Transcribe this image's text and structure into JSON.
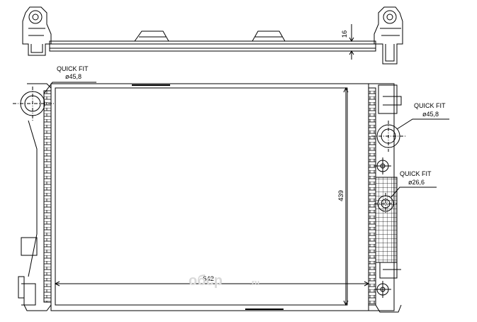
{
  "labels": {
    "left_port": {
      "line1": "QUICK FIT",
      "line2": "ø45,8"
    },
    "right_port_upper": {
      "line1": "QUICK FIT",
      "line2": "ø45,8"
    },
    "right_port_lower": {
      "line1": "QUICK FIT",
      "line2": "ø26,6"
    }
  },
  "dimensions": {
    "top_offset": "16",
    "height": "439",
    "width": "642"
  },
  "watermark": {
    "brand": "oбcp",
    "tld": ".ru"
  }
}
